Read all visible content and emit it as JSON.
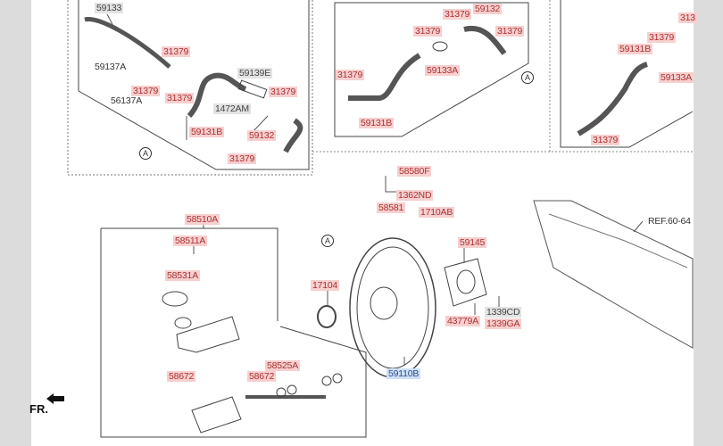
{
  "top_left_group": {
    "labels": [
      "59133",
      "31379",
      "59137A",
      "31379",
      "56137A",
      "31379",
      "59139E",
      "31379",
      "1472AM",
      "59131B",
      "59132",
      "31379"
    ],
    "ref_marker": "A"
  },
  "top_middle_group": {
    "labels": [
      "59132",
      "31379",
      "31379",
      "31379",
      "59133A",
      "31379",
      "59131B"
    ],
    "ref_marker": "A"
  },
  "top_right_group": {
    "labels": [
      "313",
      "31379",
      "59131B",
      "59133A",
      "31379"
    ]
  },
  "booster_group": {
    "labels": [
      "58580F",
      "1362ND",
      "58581",
      "1710AB",
      "59145",
      "17104",
      "43779A",
      "1339CD",
      "1339GA",
      "59110B"
    ],
    "ref_marker": "A",
    "reference": "REF.60-64"
  },
  "master_cylinder_group": {
    "labels": [
      "58510A",
      "58511A",
      "58531A",
      "58525A",
      "58672",
      "58672"
    ]
  },
  "front_indicator": "FR.",
  "colors": {
    "highlight_red": "#f7cfcf",
    "highlight_gray": "#e3e3e3",
    "highlight_blue": "#cfe0f6"
  }
}
